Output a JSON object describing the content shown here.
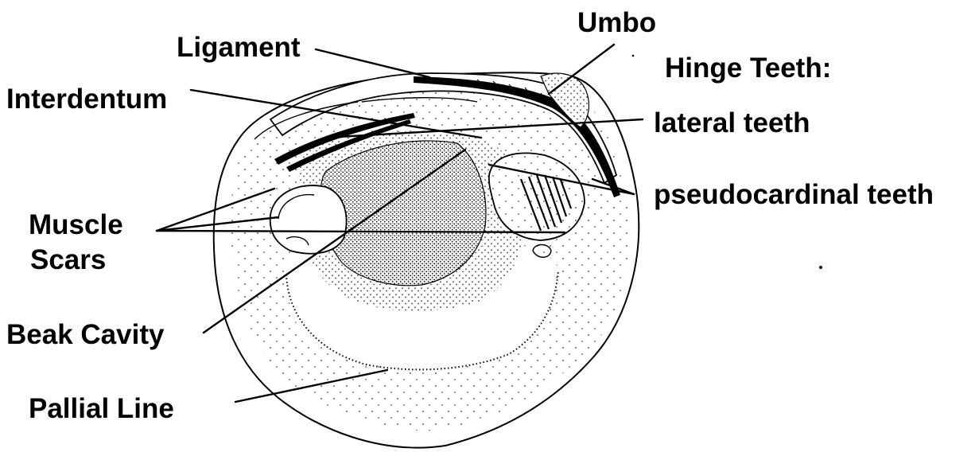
{
  "diagram": {
    "subject": "bivalve-shell-interior",
    "labels": {
      "umbo": "Umbo",
      "ligament": "Ligament",
      "hinge_teeth": "Hinge Teeth:",
      "interdentum": "Interdentum",
      "lateral_teeth": "lateral teeth",
      "pseudocardinal_teeth": "pseudocardinal teeth",
      "muscle_scars_line1": "Muscle",
      "muscle_scars_line2": "Scars",
      "beak_cavity": "Beak Cavity",
      "pallial_line": "Pallial Line"
    },
    "colors": {
      "ink": "#000000",
      "paper": "#ffffff"
    }
  }
}
